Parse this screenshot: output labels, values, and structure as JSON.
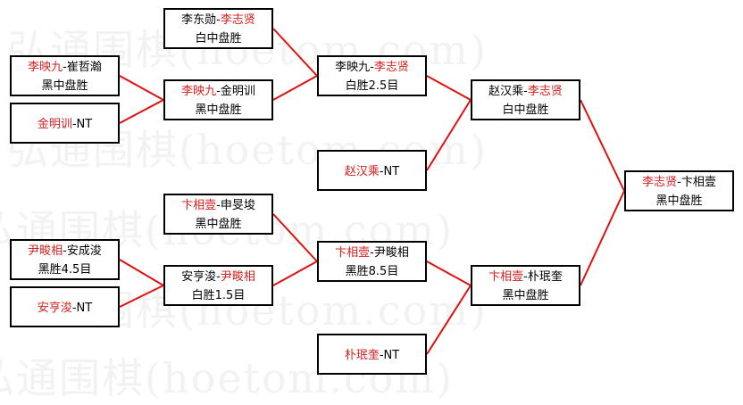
{
  "watermark": "弘通围棋(hoetom.com)",
  "colors": {
    "winner": "#d42020",
    "line": "#e01010",
    "border": "#000000"
  },
  "matches": [
    {
      "id": "r1a",
      "p1": "李映九",
      "p2": "崔哲瀚",
      "winner": 1,
      "result": "黑中盘胜"
    },
    {
      "id": "r1b",
      "p1": "金明训",
      "p2": "",
      "winner": 1,
      "result": "NT"
    },
    {
      "id": "r1c",
      "p1": "尹畯相",
      "p2": "安成浚",
      "winner": 1,
      "result": "黑胜4.5目"
    },
    {
      "id": "r1d",
      "p1": "安亨浚",
      "p2": "",
      "winner": 1,
      "result": "NT"
    },
    {
      "id": "r2a",
      "p1": "李东勋",
      "p2": "李志贤",
      "winner": 2,
      "result": "白中盘胜"
    },
    {
      "id": "r2b",
      "p1": "李映九",
      "p2": "金明训",
      "winner": 1,
      "result": "黑中盘胜"
    },
    {
      "id": "r2c",
      "p1": "卞相壹",
      "p2": "申旻埈",
      "winner": 1,
      "result": "黑中盘胜"
    },
    {
      "id": "r2d",
      "p1": "安亨浚",
      "p2": "尹畯相",
      "winner": 2,
      "result": "白胜1.5目"
    },
    {
      "id": "r3a",
      "p1": "李映九",
      "p2": "李志贤",
      "winner": 2,
      "result": "白胜2.5目"
    },
    {
      "id": "r3b",
      "p1": "赵汉乘",
      "p2": "",
      "winner": 1,
      "result": "NT"
    },
    {
      "id": "r3c",
      "p1": "卞相壹",
      "p2": "尹畯相",
      "winner": 1,
      "result": "黑胜8.5目"
    },
    {
      "id": "r3d",
      "p1": "朴珉奎",
      "p2": "",
      "winner": 1,
      "result": "NT"
    },
    {
      "id": "r4a",
      "p1": "赵汉乘",
      "p2": "李志贤",
      "winner": 2,
      "result": "白中盘胜"
    },
    {
      "id": "r4b",
      "p1": "卞相壹",
      "p2": "朴珉奎",
      "winner": 1,
      "result": "黑中盘胜"
    },
    {
      "id": "final",
      "p1": "李志贤",
      "p2": "卞相壹",
      "winner": 1,
      "result": "黑中盘胜"
    }
  ]
}
